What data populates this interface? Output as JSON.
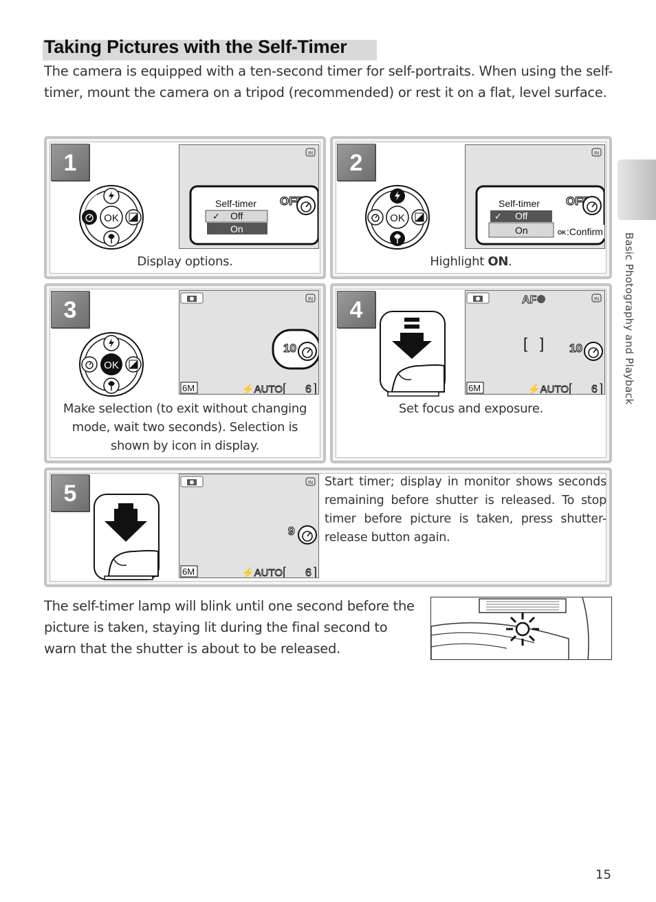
{
  "title": "Taking Pictures with the Self-Timer",
  "intro": "The camera is equipped with a ten-second timer for self-portraits.  When using the self-timer, mount the camera on a tripod (recommended) or rest it on a flat, level surface.",
  "steps": [
    {
      "number": "1",
      "caption_text": "Display options."
    },
    {
      "number": "2",
      "caption_prefix": "Highlight ",
      "caption_bold": "ON",
      "caption_suffix": "."
    },
    {
      "number": "3",
      "caption_text": "Make selection (to exit without changing mode, wait two seconds).  Selection is shown by icon in display."
    },
    {
      "number": "4",
      "caption_text": "Set focus and exposure."
    },
    {
      "number": "5",
      "caption_text": "Start timer; display in monitor shows seconds remaining before shutter is released. To stop timer before picture is taken, press shutter-release button again."
    }
  ],
  "menu": {
    "title": "Self-timer",
    "off": "Off",
    "on": "On",
    "off_code": "OFF",
    "confirm": ":Confirm",
    "ok": "OK"
  },
  "lcd": {
    "memory": "IN",
    "image_size": "6M",
    "flash": "AUTO",
    "frames": "6",
    "af": "AF",
    "timer_10": "10",
    "timer_9": "9"
  },
  "bottom_text": "The self-timer lamp will blink until one second before the picture is taken, staying lit during the final second to warn that the shutter is about to be released.",
  "side_label": "Basic Photography and Playback",
  "page_number": "15",
  "icons": [
    "flash-icon",
    "self-timer-icon",
    "exposure-compensation-icon",
    "macro-icon",
    "ok-button-icon",
    "camera-icon",
    "memory-icon",
    "shutter-press-icon",
    "self-timer-lamp-icon"
  ]
}
